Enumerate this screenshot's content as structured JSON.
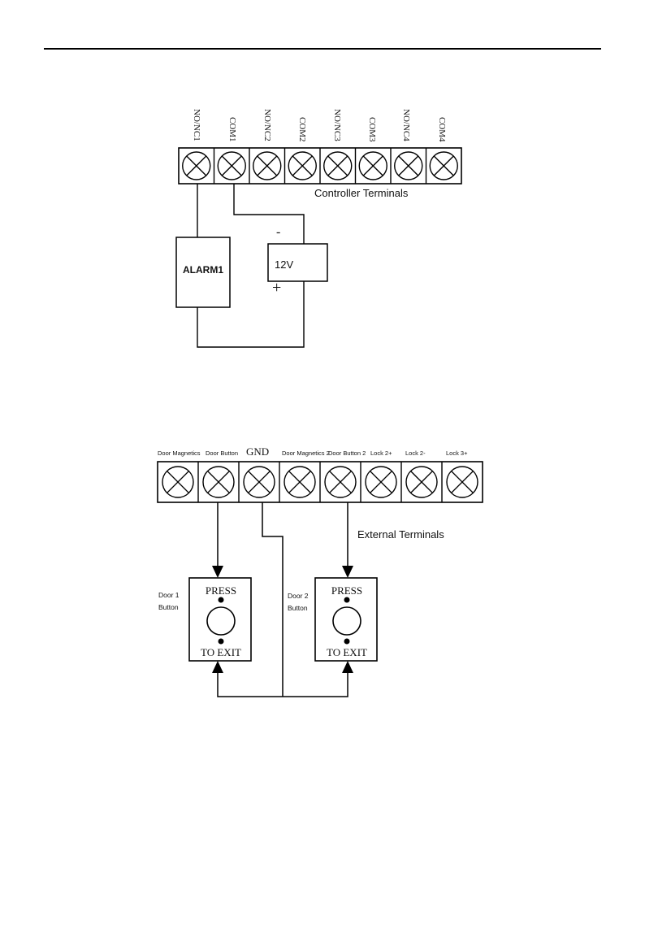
{
  "diagram1": {
    "terminal_labels": [
      "NO/NC1",
      "COM1",
      "NO/NC2",
      "COM2",
      "NO/NC3",
      "COM3",
      "NO/NC4",
      "COM4"
    ],
    "caption": "Controller Terminals",
    "alarm_label": "ALARM1",
    "psu_label": "12V",
    "minus_sign": "-",
    "plus_sign": "+"
  },
  "diagram2": {
    "terminal_labels": [
      "Door Magnetics",
      "Door Button",
      "GND",
      "Door Magnetics 2",
      "Door Button 2",
      "Lock 2+",
      "Lock 2-",
      "Lock 3+"
    ],
    "caption": "External Terminals",
    "door1_label_line1": "Door 1",
    "door1_label_line2": "Button",
    "door2_label_line1": "Door 2",
    "door2_label_line2": "Button",
    "button_top_text": "PRESS",
    "button_bottom_text": "TO EXIT"
  }
}
